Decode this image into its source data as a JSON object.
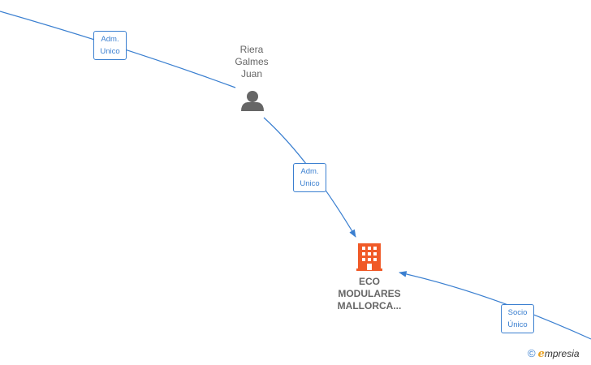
{
  "nodes": {
    "person": {
      "label": "Riera\nGalmes\nJuan",
      "icon": "person-icon"
    },
    "company": {
      "label": "ECO\nMODULARES\nMALLORCA...",
      "icon": "building-icon",
      "color": "#f05a28"
    }
  },
  "edges": [
    {
      "id": "edge-top",
      "label": "Adm.\nUnico"
    },
    {
      "id": "edge-person-company",
      "label": "Adm.\nUnico"
    },
    {
      "id": "edge-right",
      "label": "Socio\nÚnico"
    }
  ],
  "brand": {
    "copyright": "©",
    "initial": "e",
    "rest": "mpresia"
  },
  "colors": {
    "edge": "#3a7fd0",
    "person_icon": "#666666",
    "company_icon": "#f05a28"
  }
}
